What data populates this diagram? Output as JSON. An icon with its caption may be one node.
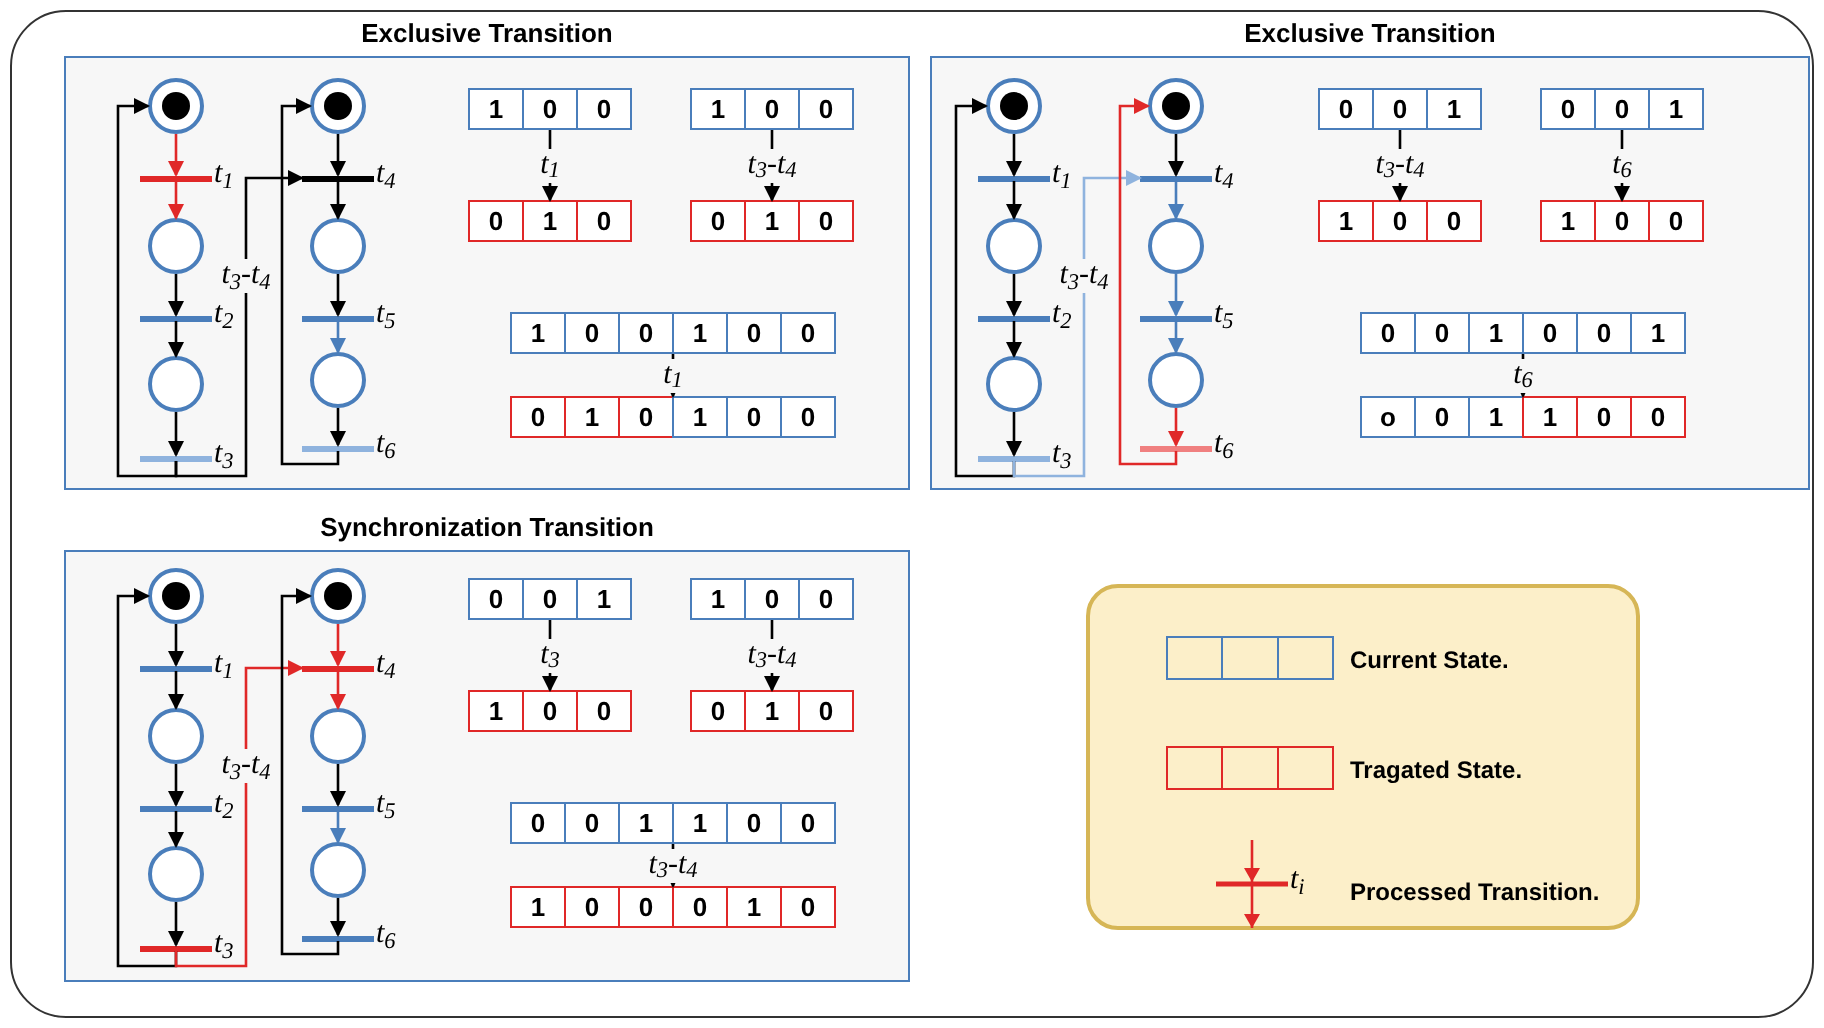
{
  "diagram": {
    "nodes": [
      {
        "text": [
          "Exclusive Transition"
        ]
      },
      {
        "text": [],
        "shape": "circle",
        "in": 0
      },
      {
        "text": [],
        "shape": "dot",
        "in": 1
      },
      {
        "text": [],
        "shape": "circle",
        "in": 0
      },
      {
        "text": [],
        "shape": "circle",
        "in": 0
      },
      {
        "text": [],
        "shape": "circle",
        "in": 0
      },
      {
        "text": [],
        "shape": "dot",
        "in": 5
      },
      {
        "text": [],
        "shape": "circle",
        "in": 0
      },
      {
        "text": [],
        "shape": "circle",
        "in": 0
      },
      {
        "text": [],
        "shape": "bar",
        "in": 0,
        "beside": [
          "t$_{1}$"
        ]
      },
      {
        "text": [],
        "shape": "bar",
        "in": 0,
        "beside": [
          "t$_{2}$"
        ]
      },
      {
        "text": [],
        "shape": "bar",
        "in": 0,
        "beside": [
          "t$_{3}$"
        ]
      },
      {
        "text": [],
        "shape": "bar",
        "in": 0,
        "beside": [
          "t$_{4}$"
        ]
      },
      {
        "text": [],
        "shape": "bar",
        "in": 0,
        "beside": [
          "t$_{5}$"
        ]
      },
      {
        "text": [],
        "shape": "bar",
        "in": 0,
        "beside": [
          "t$_{6}$"
        ]
      },
      {
        "text": [
          "1",
          "0",
          "0"
        ],
        "in": 0
      },
      {
        "text": [
          "0",
          "1",
          "0"
        ],
        "in": 0
      },
      {
        "text": [
          "1",
          "0",
          "0"
        ],
        "in": 0
      },
      {
        "text": [
          "0",
          "1",
          "0"
        ],
        "in": 0
      },
      {
        "text": [
          "1",
          "0",
          "0",
          "1",
          "0",
          "0"
        ],
        "in": 0
      },
      {
        "text": [
          "0",
          "1",
          "0",
          "1",
          "0",
          "0"
        ],
        "in": 0
      },
      {
        "text": [
          "Exclusive Transition"
        ]
      },
      {
        "text": [],
        "shape": "circle",
        "in": 21
      },
      {
        "text": [],
        "shape": "dot",
        "in": 22
      },
      {
        "text": [],
        "shape": "circle",
        "in": 21
      },
      {
        "text": [],
        "shape": "circle",
        "in": 21
      },
      {
        "text": [],
        "shape": "circle",
        "in": 21
      },
      {
        "text": [],
        "shape": "dot",
        "in": 26
      },
      {
        "text": [],
        "shape": "circle",
        "in": 21
      },
      {
        "text": [],
        "shape": "circle",
        "in": 21
      },
      {
        "text": [],
        "shape": "bar",
        "in": 21,
        "beside": [
          "t$_{1}$"
        ]
      },
      {
        "text": [],
        "shape": "bar",
        "in": 21,
        "beside": [
          "t$_{2}$"
        ]
      },
      {
        "text": [],
        "shape": "bar",
        "in": 21,
        "beside": [
          "t$_{3}$"
        ]
      },
      {
        "text": [],
        "shape": "bar",
        "in": 21,
        "beside": [
          "t$_{4}$"
        ]
      },
      {
        "text": [],
        "shape": "bar",
        "in": 21,
        "beside": [
          "t$_{5}$"
        ]
      },
      {
        "text": [],
        "shape": "bar",
        "in": 21,
        "beside": [
          "t$_{6}$"
        ]
      },
      {
        "text": [
          "0",
          "0",
          "1"
        ],
        "in": 21
      },
      {
        "text": [
          "1",
          "0",
          "0"
        ],
        "in": 21
      },
      {
        "text": [
          "0",
          "0",
          "1"
        ],
        "in": 21
      },
      {
        "text": [
          "1",
          "0",
          "0"
        ],
        "in": 21
      },
      {
        "text": [
          "0",
          "0",
          "1",
          "0",
          "0",
          "1"
        ],
        "in": 21
      },
      {
        "text": [
          "o",
          "0",
          "1",
          "1",
          "0",
          "0"
        ],
        "in": 21
      },
      {
        "text": [
          "Synchronization Transition"
        ]
      },
      {
        "text": [],
        "shape": "circle",
        "in": 42
      },
      {
        "text": [],
        "shape": "dot",
        "in": 43
      },
      {
        "text": [],
        "shape": "circle",
        "in": 42
      },
      {
        "text": [],
        "shape": "circle",
        "in": 42
      },
      {
        "text": [],
        "shape": "circle",
        "in": 42
      },
      {
        "text": [],
        "shape": "dot",
        "in": 47
      },
      {
        "text": [],
        "shape": "circle",
        "in": 42
      },
      {
        "text": [],
        "shape": "circle",
        "in": 42
      },
      {
        "text": [],
        "shape": "bar",
        "in": 42,
        "beside": [
          "t$_{1}$"
        ]
      },
      {
        "text": [],
        "shape": "bar",
        "in": 42,
        "beside": [
          "t$_{2}$"
        ]
      },
      {
        "text": [],
        "shape": "bar",
        "in": 42,
        "beside": [
          "t$_{3}$"
        ]
      },
      {
        "text": [],
        "shape": "bar",
        "in": 42,
        "beside": [
          "t$_{4}$"
        ]
      },
      {
        "text": [],
        "shape": "bar",
        "in": 42,
        "beside": [
          "t$_{5}$"
        ]
      },
      {
        "text": [],
        "shape": "bar",
        "in": 42,
        "beside": [
          "t$_{6}$"
        ]
      },
      {
        "text": [
          "0",
          "0",
          "1"
        ],
        "in": 42
      },
      {
        "text": [
          "1",
          "0",
          "0"
        ],
        "in": 42
      },
      {
        "text": [
          "1",
          "0",
          "0"
        ],
        "in": 42
      },
      {
        "text": [
          "0",
          "1",
          "0"
        ],
        "in": 42
      },
      {
        "text": [
          "0",
          "0",
          "1",
          "1",
          "0",
          "0"
        ],
        "in": 42
      },
      {
        "text": [
          "1",
          "0",
          "0",
          "0",
          "1",
          "0"
        ],
        "in": 42
      }
    ],
    "edges": [
      {
        "from": 1,
        "to": 9,
        "arrow": "to",
        "color": "#e02828"
      },
      {
        "from": 9,
        "to": 3,
        "arrow": "to",
        "color": "#e02828"
      },
      {
        "from": 3,
        "to": 10,
        "arrow": "to"
      },
      {
        "from": 10,
        "to": 4,
        "arrow": "to"
      },
      {
        "from": 4,
        "to": 11,
        "arrow": "to"
      },
      {
        "from": 11,
        "to": 1,
        "arrow": "to"
      },
      {
        "from": 11,
        "to": 12,
        "arrow": "to",
        "label": "t$_{3}$-t$_{4}$"
      },
      {
        "from": 5,
        "to": 12,
        "arrow": "to"
      },
      {
        "from": 12,
        "to": 7,
        "arrow": "to"
      },
      {
        "from": 7,
        "to": 13,
        "arrow": "to"
      },
      {
        "from": 13,
        "to": 8,
        "arrow": "to",
        "color": "#4a7ebb"
      },
      {
        "from": 8,
        "to": 14,
        "arrow": "to"
      },
      {
        "from": 14,
        "to": 5,
        "arrow": "to"
      },
      {
        "from": 15,
        "to": 16,
        "arrow": "to",
        "label": "t$_{1}$"
      },
      {
        "from": 17,
        "to": 18,
        "arrow": "to",
        "label": "t$_{3}$-t$_{4}$"
      },
      {
        "from": 19,
        "to": 20,
        "arrow": "to",
        "label": "t$_{1}$"
      },
      {
        "from": 22,
        "to": 30,
        "arrow": "to"
      },
      {
        "from": 30,
        "to": 24,
        "arrow": "to"
      },
      {
        "from": 24,
        "to": 31,
        "arrow": "to"
      },
      {
        "from": 31,
        "to": 25,
        "arrow": "to"
      },
      {
        "from": 25,
        "to": 32,
        "arrow": "to"
      },
      {
        "from": 32,
        "to": 22,
        "arrow": "to"
      },
      {
        "from": 32,
        "to": 33,
        "arrow": "to",
        "label": "t$_{3}$-t$_{4}$",
        "color": "#8fb3de"
      },
      {
        "from": 26,
        "to": 33,
        "arrow": "to"
      },
      {
        "from": 33,
        "to": 28,
        "arrow": "to",
        "color": "#4a7ebb"
      },
      {
        "from": 28,
        "to": 34,
        "arrow": "to",
        "color": "#4a7ebb"
      },
      {
        "from": 34,
        "to": 29,
        "arrow": "to",
        "color": "#4a7ebb"
      },
      {
        "from": 29,
        "to": 35,
        "arrow": "to",
        "color": "#e02828"
      },
      {
        "from": 35,
        "to": 26,
        "arrow": "to",
        "color": "#e02828"
      },
      {
        "from": 36,
        "to": 37,
        "arrow": "to",
        "label": "t$_{3}$-t$_{4}$"
      },
      {
        "from": 38,
        "to": 39,
        "arrow": "to",
        "label": "t$_{6}$"
      },
      {
        "from": 40,
        "to": 41,
        "arrow": "to",
        "label": "t$_{6}$"
      },
      {
        "from": 43,
        "to": 51,
        "arrow": "to"
      },
      {
        "from": 51,
        "to": 45,
        "arrow": "to"
      },
      {
        "from": 45,
        "to": 52,
        "arrow": "to"
      },
      {
        "from": 52,
        "to": 46,
        "arrow": "to"
      },
      {
        "from": 46,
        "to": 53,
        "arrow": "to"
      },
      {
        "from": 53,
        "to": 43,
        "arrow": "to"
      },
      {
        "from": 53,
        "to": 54,
        "arrow": "to",
        "label": "t$_{3}$-t$_{4}$",
        "color": "#e02828"
      },
      {
        "from": 47,
        "to": 54,
        "arrow": "to",
        "color": "#e02828"
      },
      {
        "from": 54,
        "to": 49,
        "arrow": "to",
        "color": "#e02828"
      },
      {
        "from": 49,
        "to": 55,
        "arrow": "to"
      },
      {
        "from": 55,
        "to": 50,
        "arrow": "to",
        "color": "#4a7ebb"
      },
      {
        "from": 50,
        "to": 56,
        "arrow": "to"
      },
      {
        "from": 56,
        "to": 47,
        "arrow": "to"
      },
      {
        "from": 57,
        "to": 58,
        "arrow": "to",
        "label": "t$_{3}$"
      },
      {
        "from": 59,
        "to": 60,
        "arrow": "to",
        "label": "t$_{3}$-t$_{4}$"
      },
      {
        "from": 61,
        "to": 62,
        "arrow": "to",
        "label": "t$_{3}$-t$_{4}$"
      }
    ],
    "labels": [
      "t$_{i}$"
    ],
    "legend": [
      {
        "text": "Current State."
      },
      {
        "text": "Tragated State."
      },
      {
        "text": "Processed Transition."
      }
    ]
  }
}
